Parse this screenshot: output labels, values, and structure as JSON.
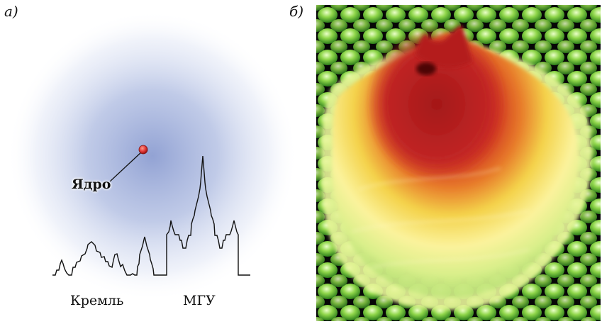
{
  "panels": {
    "a": {
      "label": "a)",
      "nucleus_label": "Ядро",
      "landmarks": [
        "Кремль",
        "МГУ"
      ]
    },
    "b": {
      "label": "б)"
    }
  },
  "colors": {
    "halo": "#7f92cc",
    "nucleus": "#e23c3c",
    "peak_red": "#c42222",
    "mid_yellow": "#f0e24a",
    "base_green": "#4fb42e",
    "background_dark": "#070707"
  }
}
